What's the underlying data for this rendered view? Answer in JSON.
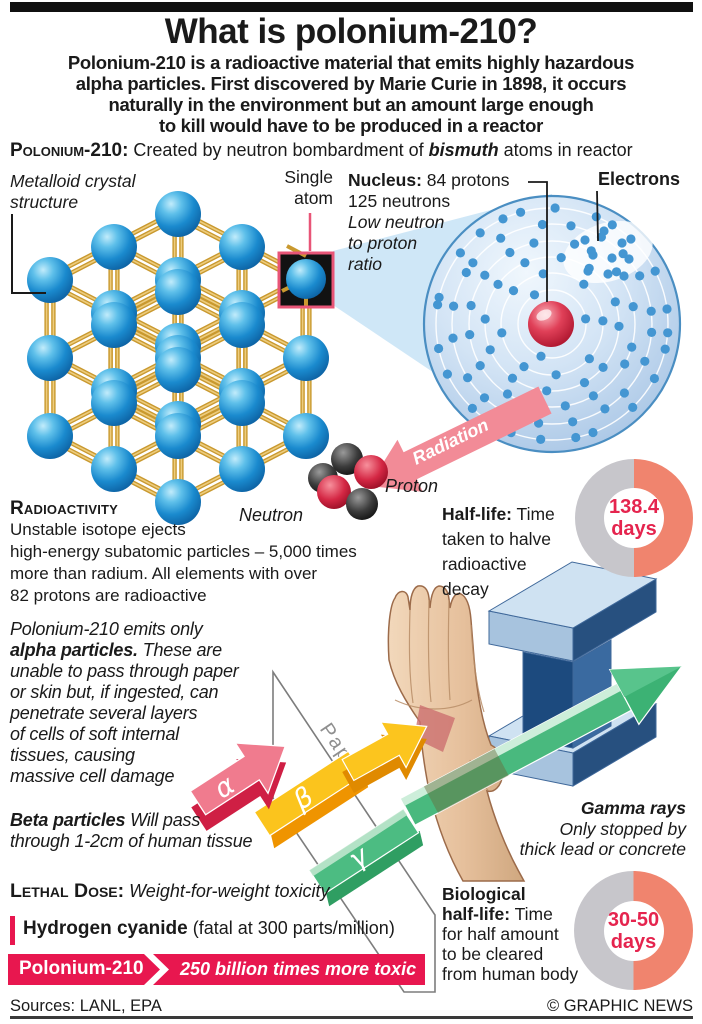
{
  "header": {
    "title": "What is polonium-210?",
    "intro": [
      "Polonium-210 is a radioactive material that emits highly hazardous",
      "alpha particles. First discovered by Marie Curie in 1898, it occurs",
      "naturally in the environment but an amount large enough",
      "to kill would have to be produced in a reactor"
    ],
    "kicker_lead": "Polonium-210:",
    "kicker_text": " Created by neutron bombardment of ",
    "kicker_em": "bismuth",
    "kicker_tail": " atoms in reactor"
  },
  "crystal": {
    "label_line1": "Metalloid crystal",
    "label_line2": "structure",
    "single_atom_line1": "Single",
    "single_atom_line2": "atom"
  },
  "atom": {
    "nucleus_bold": "Nucleus:",
    "nucleus_rest": " 84 protons",
    "neutrons_line": "125 neutrons",
    "ratio_lines": [
      "Low neutron",
      "to proton",
      "ratio"
    ],
    "electrons_label": "Electrons",
    "radiation_label": "Radiation",
    "proton_label": "Proton",
    "neutron_label": "Neutron"
  },
  "radioactivity": {
    "heading": "Radioactivity",
    "lines": [
      "Unstable isotope ejects",
      "high-energy subatomic particles – 5,000 times",
      "more than radium. All elements with over",
      "82 protons are radioactive"
    ]
  },
  "half_life": {
    "label_bold": "Half-life:",
    "label_rest": " Time",
    "lines": [
      "taken to halve",
      "radioactive",
      "decay"
    ],
    "donut_value": "138.4",
    "donut_unit": "days",
    "fraction": 0.5
  },
  "alpha_section": {
    "l1": "Polonium-210 emits only",
    "l2_bold": "alpha particles.",
    "l2_rest": " These are",
    "l3": "unable to pass through paper",
    "l4": "or skin but, if ingested, can",
    "l5": "penetrate several layers",
    "l6": "of cells of soft internal",
    "l7": "tissues, causing",
    "l8": "massive cell damage"
  },
  "beta_section": {
    "bold": "Beta particles",
    "rest": " Will pass",
    "line2": "through 1-2cm of human tissue"
  },
  "shield": {
    "paper_label": "Paper",
    "alpha_glyph": "α",
    "beta_glyph": "β",
    "gamma_glyph": "γ",
    "gamma_bold": "Gamma rays",
    "gamma_lines": [
      "Only stopped by",
      "thick lead or concrete"
    ]
  },
  "lethal": {
    "heading_sc": "Lethal Dose:",
    "heading_it": " Weight-for-weight toxicity",
    "cyanide_bold": "Hydrogen cyanide",
    "cyanide_rest": " (fatal at 300 parts/million)",
    "banner_label": "Polonium-210",
    "banner_text": "250 billion times more toxic"
  },
  "bio": {
    "line1_bold": "Biological",
    "line2_bold": "half-life:",
    "line2_rest": " Time",
    "lines": [
      "for half amount",
      "to be cleared",
      "from human body"
    ],
    "donut_value": "30-50",
    "donut_unit": "days",
    "fraction": 0.5
  },
  "footer": {
    "sources": "Sources: LANL, EPA",
    "credit": "© GRAPHIC NEWS"
  },
  "colors": {
    "accent_red": "#e8174f",
    "donut_fill": "#f0846e",
    "donut_rest": "#c7c6cb",
    "crystal_blue": "#1a8ace",
    "bond_gold": "#d9ab45",
    "alpha_pink": "#f07b8e",
    "beta_yellow": "#fbc41d",
    "gamma_green": "#49b97e",
    "ibeam_blue": "#27507f",
    "atom_fill": "#cfe2f4"
  }
}
